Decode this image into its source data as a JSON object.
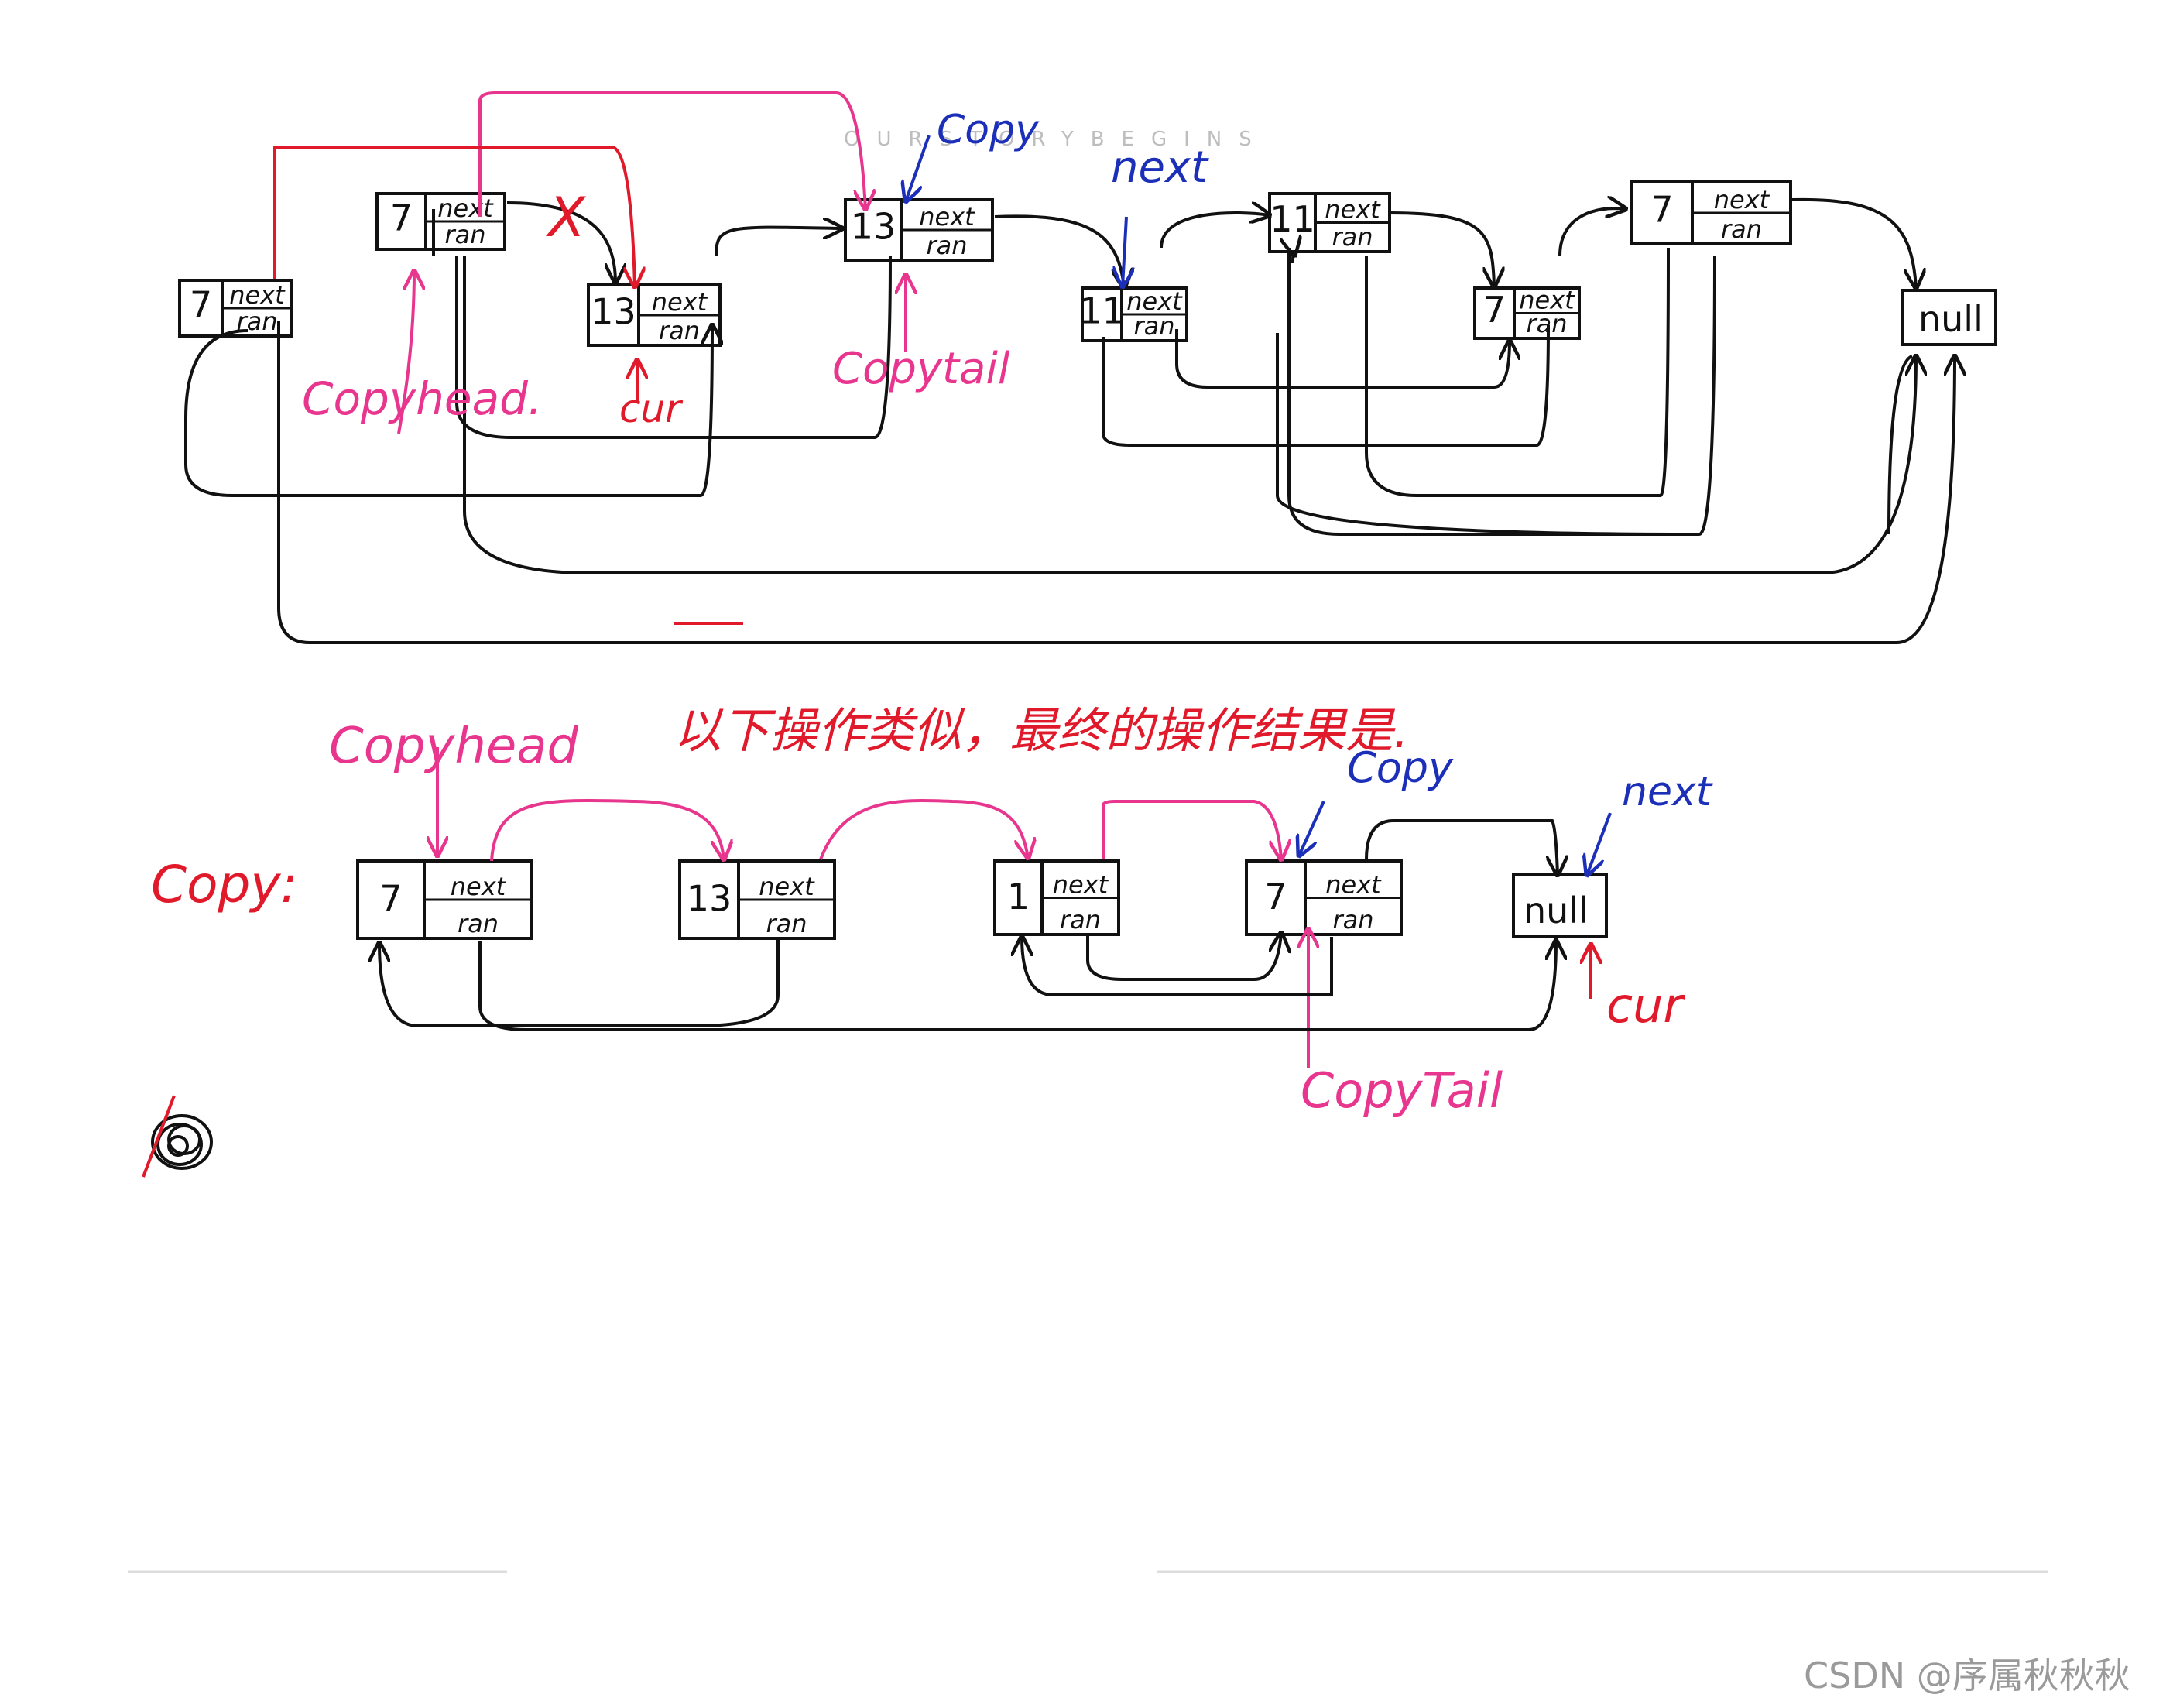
{
  "top_list": {
    "nodes": [
      {
        "val": "7",
        "next": "next",
        "ran": "ran"
      },
      {
        "val": "7",
        "next": "next",
        "ran": "ran"
      },
      {
        "val": "13",
        "next": "next",
        "ran": "ran"
      },
      {
        "val": "13",
        "next": "next",
        "ran": "ran"
      },
      {
        "val": "11",
        "next": "next",
        "ran": "ran"
      },
      {
        "val": "11",
        "next": "next",
        "ran": "ran"
      },
      {
        "val": "7",
        "next": "next",
        "ran": "ran"
      },
      {
        "val": "7",
        "next": "next",
        "ran": "ran"
      }
    ],
    "null_label": "null",
    "labels": {
      "copyhead": "Copyhead.",
      "cur": "cur",
      "copytail": "Copytail",
      "copy": "Copy",
      "next": "next",
      "cross": "X"
    }
  },
  "faint_header": "OURSTORYBEGINS",
  "note": "以下操作类似，最终的操作结果是.",
  "bottom_list": {
    "title": "Copy:",
    "nodes": [
      {
        "val": "7",
        "next": "next",
        "ran": "ran"
      },
      {
        "val": "13",
        "next": "next",
        "ran": "ran"
      },
      {
        "val": "1",
        "next": "next",
        "ran": "ran"
      },
      {
        "val": "7",
        "next": "next",
        "ran": "ran"
      }
    ],
    "null_label": "null",
    "labels": {
      "copyhead": "Copyhead",
      "copy": "Copy",
      "next": "next",
      "cur": "cur",
      "copytail": "CopyTail"
    }
  },
  "watermark": "CSDN @序属秋秋秋",
  "colors": {
    "ink": "#111111",
    "pink": "#e8368f",
    "blue": "#1b2fb8",
    "red": "#e0192b"
  }
}
